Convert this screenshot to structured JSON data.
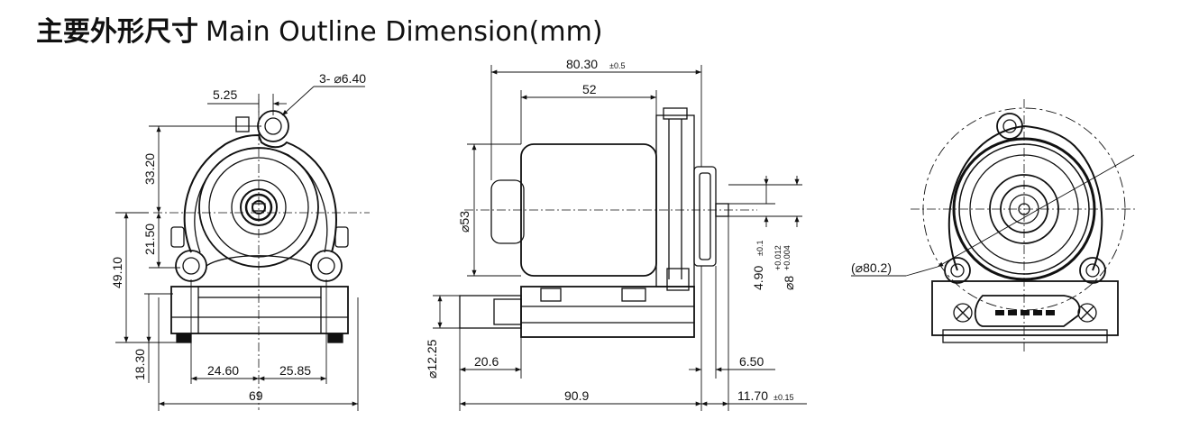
{
  "title": {
    "zh": "主要外形尺寸",
    "en": "Main Outline Dimension(mm)"
  },
  "front_view": {
    "hole_spec": "3- ⌀6.40",
    "dim_5_25": "5.25",
    "dim_33_20": "33.20",
    "dim_21_50": "21.50",
    "dim_49_10": "49.10",
    "dim_18_30": "18.30",
    "dim_24_60": "24.60",
    "dim_25_85": "25.85",
    "dim_69": "69"
  },
  "side_view": {
    "dim_80_30": "80.30",
    "dim_80_30_tol": "±0.5",
    "dim_52": "52",
    "dim_d53": "⌀53",
    "dim_4_90": "4.90",
    "dim_4_90_tol": "±0.1",
    "dim_d8": "⌀8",
    "dim_d8_tol_upper": "+0.012",
    "dim_d8_tol_lower": "+0.004",
    "dim_d12_25": "⌀12.25",
    "dim_20_6": "20.6",
    "dim_6_50": "6.50",
    "dim_90_9": "90.9",
    "dim_11_70": "11.70",
    "dim_11_70_tol": "±0.15"
  },
  "rear_view": {
    "dim_d80_2": "(⌀80.2)"
  }
}
